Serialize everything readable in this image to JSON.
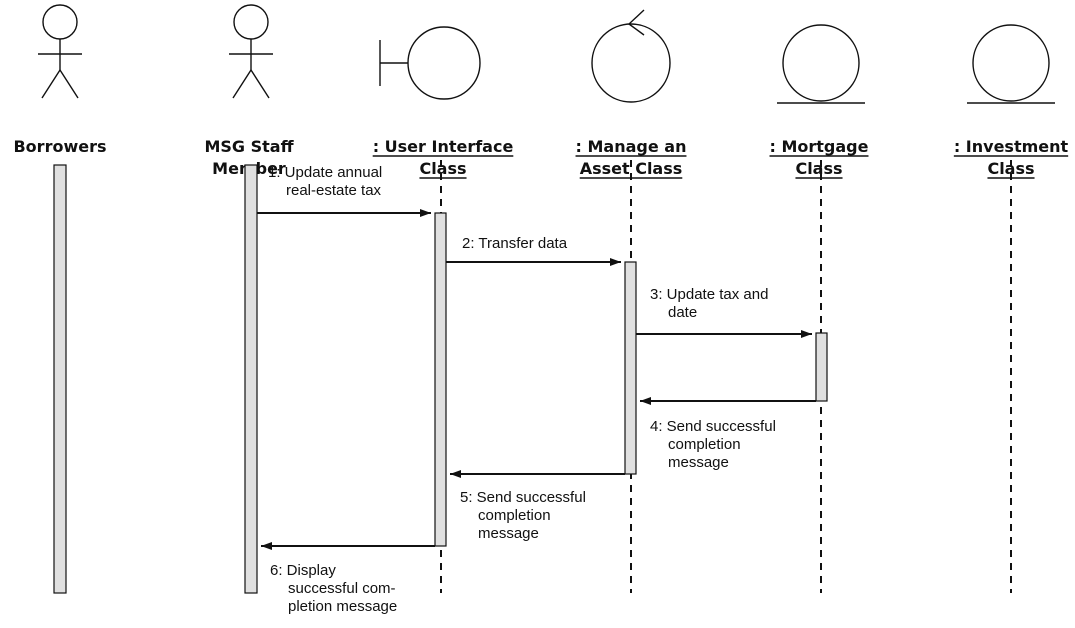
{
  "participants": [
    {
      "kind": "actor",
      "name_lines": [
        "Borrowers"
      ],
      "underlined": false
    },
    {
      "kind": "actor",
      "name_lines": [
        "MSG Staff",
        "Member"
      ],
      "underlined": false
    },
    {
      "kind": "boundary",
      "name_lines": [
        ": User Interface",
        "Class"
      ],
      "underlined": true
    },
    {
      "kind": "control",
      "name_lines": [
        ": Manage an",
        "Asset Class"
      ],
      "underlined": true
    },
    {
      "kind": "entity",
      "name_lines": [
        ": Mortgage",
        "Class"
      ],
      "underlined": true
    },
    {
      "kind": "entity",
      "name_lines": [
        ": Investment",
        "Class"
      ],
      "underlined": true
    }
  ],
  "messages": [
    {
      "from": 1,
      "to": 2,
      "label_lines": [
        "1:  Update annual",
        "real-estate tax"
      ]
    },
    {
      "from": 2,
      "to": 3,
      "label_lines": [
        "2:  Transfer data"
      ]
    },
    {
      "from": 3,
      "to": 4,
      "label_lines": [
        "3:  Update tax and",
        "date"
      ]
    },
    {
      "from": 4,
      "to": 3,
      "label_lines": [
        "4:  Send successful",
        "completion",
        "message"
      ]
    },
    {
      "from": 3,
      "to": 2,
      "label_lines": [
        "5:  Send successful",
        "completion",
        "message"
      ]
    },
    {
      "from": 2,
      "to": 1,
      "label_lines": [
        "6:  Display",
        "successful com-",
        "pletion message"
      ]
    }
  ],
  "colors": {
    "ink": "#111111",
    "activation_fill": "#e0e0e0"
  }
}
